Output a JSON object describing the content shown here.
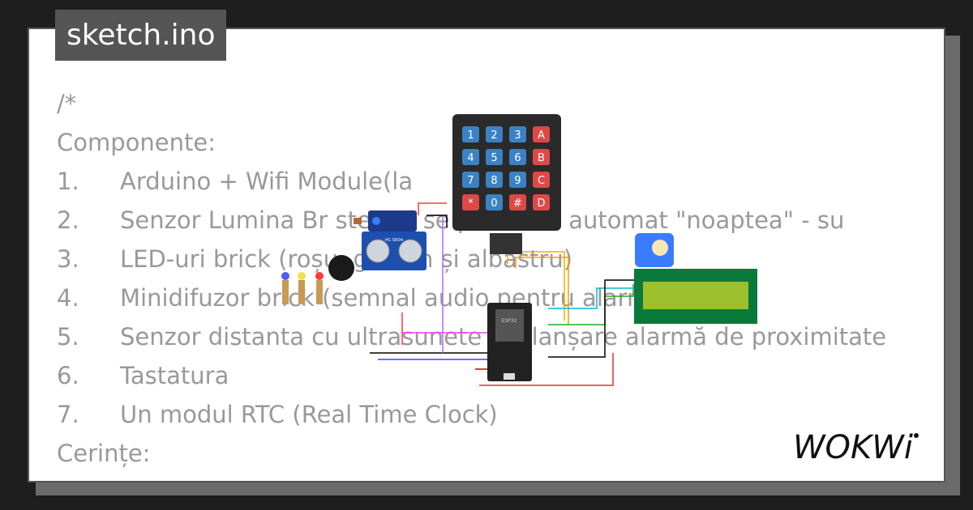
{
  "title": "sketch.ino",
  "logo": "WOKWI",
  "code_lines": [
    {
      "num": "",
      "text": "/*"
    },
    {
      "num": "",
      "text": "Componente:"
    },
    {
      "num": "1.",
      "text": "Arduino + Wifi Module(la"
    },
    {
      "num": "2.",
      "text": "Senzor Lumina Br           stemul se porneste automat \"noaptea\" - su"
    },
    {
      "num": "3.",
      "text": "LED-uri brick (roșu, galben și albastru)"
    },
    {
      "num": "4.",
      "text": "Minidifuzor brick (semnal audio pentru alarma)"
    },
    {
      "num": "5.",
      "text": "Senzor distanta cu ultrasunete declanșare alarmă de proximitate"
    },
    {
      "num": "6.",
      "text": "Tastatura"
    },
    {
      "num": "7.",
      "text": "Un modul RTC (Real Time Clock)"
    },
    {
      "num": "",
      "text": "Cerințe:"
    },
    {
      "num": "",
      "text": ""
    }
  ],
  "keypad": {
    "keys": [
      "1",
      "2",
      "3",
      "A",
      "4",
      "5",
      "6",
      "B",
      "7",
      "8",
      "9",
      "C",
      "*",
      "0",
      "#",
      "D"
    ],
    "digit_color": "#3b82c4",
    "letter_color": "#e04848"
  },
  "esp32_label": "ESP32",
  "sensor_label": "HC-SR04",
  "colors": {
    "background": "#1e1e1e",
    "card": "#ffffff",
    "tab": "#555555",
    "code_text": "#999999",
    "lcd": "#9cbf2b"
  }
}
